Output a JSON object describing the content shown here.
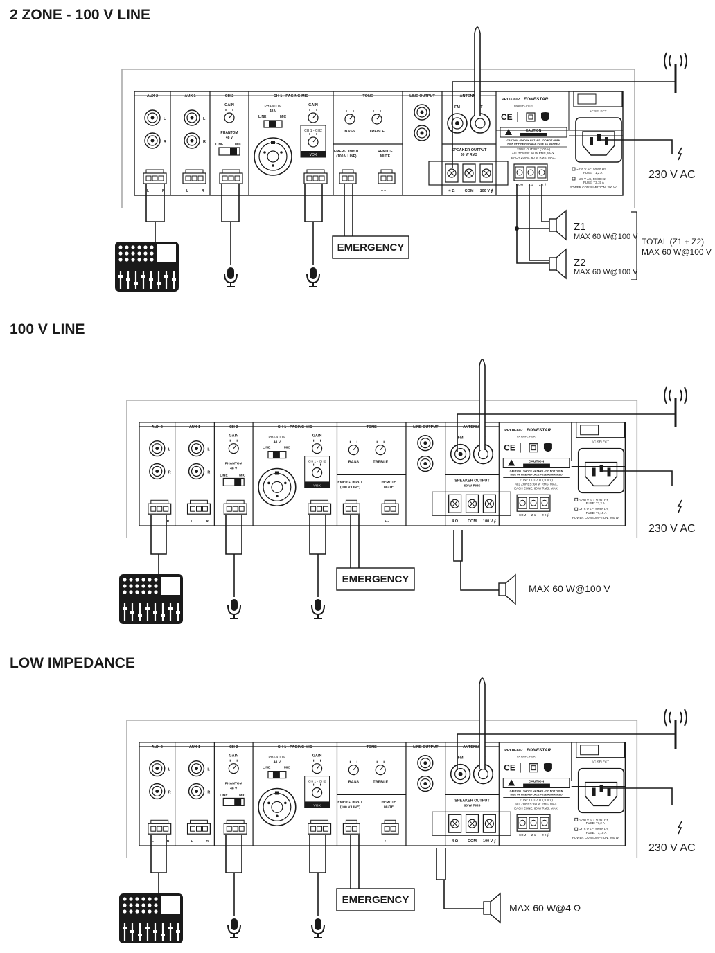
{
  "section_titles": [
    "2 ZONE - 100 V LINE",
    "100 V LINE",
    "LOW IMPEDANCE"
  ],
  "panel": {
    "aux2": "AUX 2",
    "aux1": "AUX 1",
    "ch2": "CH 2",
    "ch1": "CH 1 - PAGING MIC",
    "tone": "TONE",
    "line_output": "LINE OUTPUT",
    "antenna": "ANTENNA",
    "fm": "FM",
    "bt": "BT",
    "gain": "GAIN",
    "phantom_ch2": "PHANTOM",
    "phantom_ch1": "PHANTOM",
    "v48": "48 V",
    "line": "LINE",
    "mic": "MIC",
    "ch1_ch2": "CH 1 - CH2",
    "vox": "VOX",
    "bass": "BASS",
    "treble": "TREBLE",
    "emerg_input_1": "EMERG. INPUT",
    "emerg_input_2": "(100 V LINE)",
    "remote_mute_1": "REMOTE",
    "remote_mute_2": "MUTE",
    "speaker_output_1": "SPEAKER OUTPUT",
    "speaker_output_2": "60 W RMS",
    "term_4ohm": "4 Ω",
    "term_com": "COM",
    "term_100v": "100 V ∮",
    "model": "PROX-60Z",
    "brand": "FONESTAR",
    "pa_amplifier": "PA AMPLIFIER",
    "ce": "CE",
    "caution": "CAUTION",
    "caution_note_1": "CAUTION : SHOCK HAZARD - DO NOT OPEN",
    "caution_note_2": "RISK OF FIRE-REPLACE FUSE AS MARKED",
    "zone_output": "ZONE OUTPUT (100 V)",
    "all_zones": "ALL ZONES: 60 W RMS, MAX.",
    "each_zone": "EACH ZONE: 60 W RMS, MAX.",
    "zone_com": "COM",
    "zone_z1": "Z 1",
    "zone_z2": "Z 2 ∮",
    "ac_select": "AC SELECT",
    "v230_line1": "~230 V AC, 50/60 Hz,",
    "v230_line2": "FUSE: T1,2 A",
    "v115_line1": "~115 V AC, 50/60 Hz,",
    "v115_line2": "FUSE: T3,15 A",
    "power": "POWER CONSUMPTION: 200 W",
    "aux_l": "L",
    "aux_r": "R"
  },
  "labels": {
    "emergency": "EMERGENCY",
    "mains": "230 V AC",
    "z1": "Z1",
    "z2": "Z2",
    "zone_max": "MAX 60 W@100 V",
    "total_1": "TOTAL (Z1 + Z2)",
    "total_2": "MAX 60 W@100 V",
    "spk_100v": "MAX 60 W@100 V",
    "spk_4ohm": "MAX 60 W@4 Ω",
    "in_l": "L",
    "in_r": "R"
  },
  "icons": [
    "antenna-icon",
    "mixer-icon",
    "microphone-icon",
    "speaker-icon",
    "bluetooth-icon",
    "caution-icon",
    "mains-socket-icon"
  ]
}
